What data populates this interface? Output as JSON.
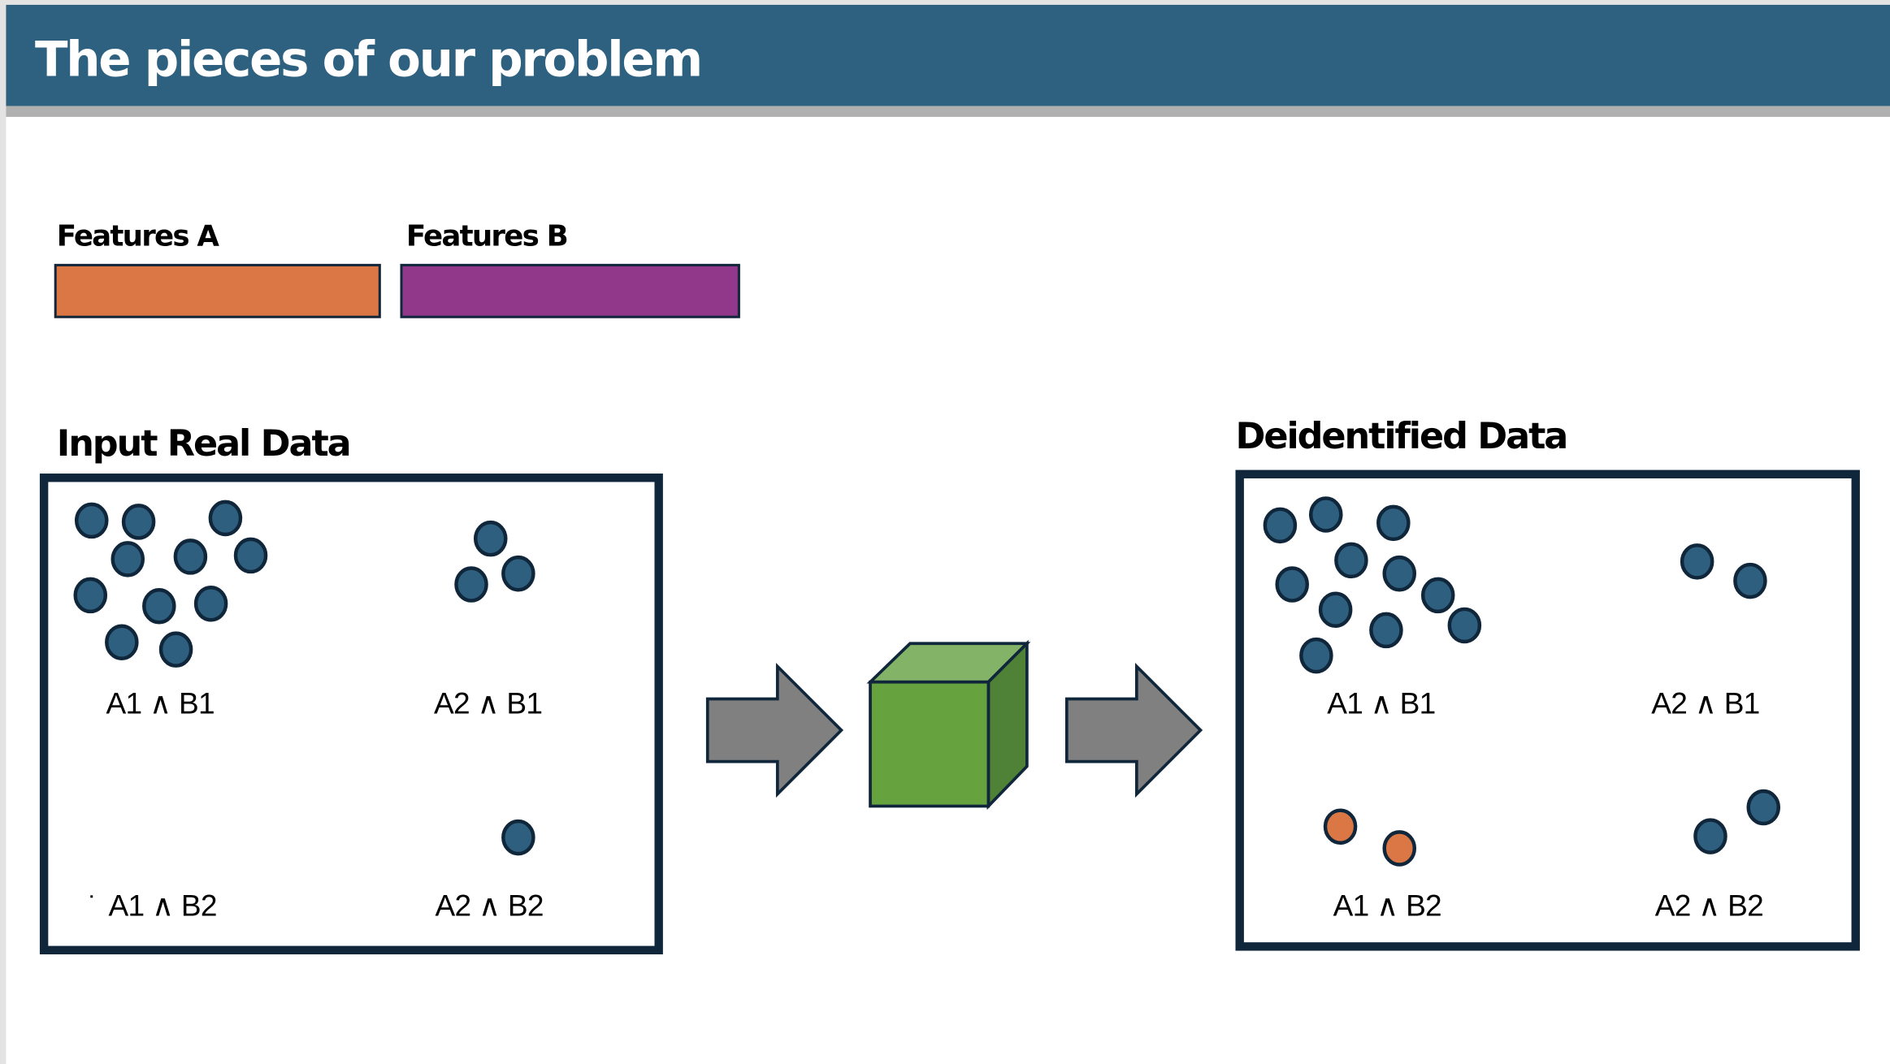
{
  "slide": {
    "title": "The pieces of our problem"
  },
  "legend": [
    {
      "label": "Features A",
      "color": "#db7744"
    },
    {
      "label": "Features B",
      "color": "#92388b"
    }
  ],
  "colors": {
    "header": "#2e617f",
    "point_default": "#2e5f7f",
    "point_highlight": "#db7744",
    "outline": "#10263a",
    "arrow": "#808080",
    "cube_front": "#66a33f",
    "cube_top": "#82b366",
    "cube_side": "#4f8236"
  },
  "input_panel": {
    "heading": "Input Real Data",
    "quadrants": [
      {
        "label": "A1  ∧ B1",
        "point_count": 11
      },
      {
        "label": "A2 ∧ B1",
        "point_count": 3
      },
      {
        "label": "A1 ∧ B2",
        "point_count": 0
      },
      {
        "label": "A2 ∧ B2",
        "point_count": 1
      }
    ]
  },
  "process": {
    "model_icon": "cube-icon"
  },
  "output_panel": {
    "heading": "Deidentified Data",
    "quadrants": [
      {
        "label": "A1  ∧ B1",
        "point_count": 11
      },
      {
        "label": "A2 ∧ B1",
        "point_count": 2
      },
      {
        "label": "A1 ∧ B2",
        "point_count": 2,
        "highlight": true
      },
      {
        "label": "A2 ∧ B2",
        "point_count": 2
      }
    ]
  }
}
